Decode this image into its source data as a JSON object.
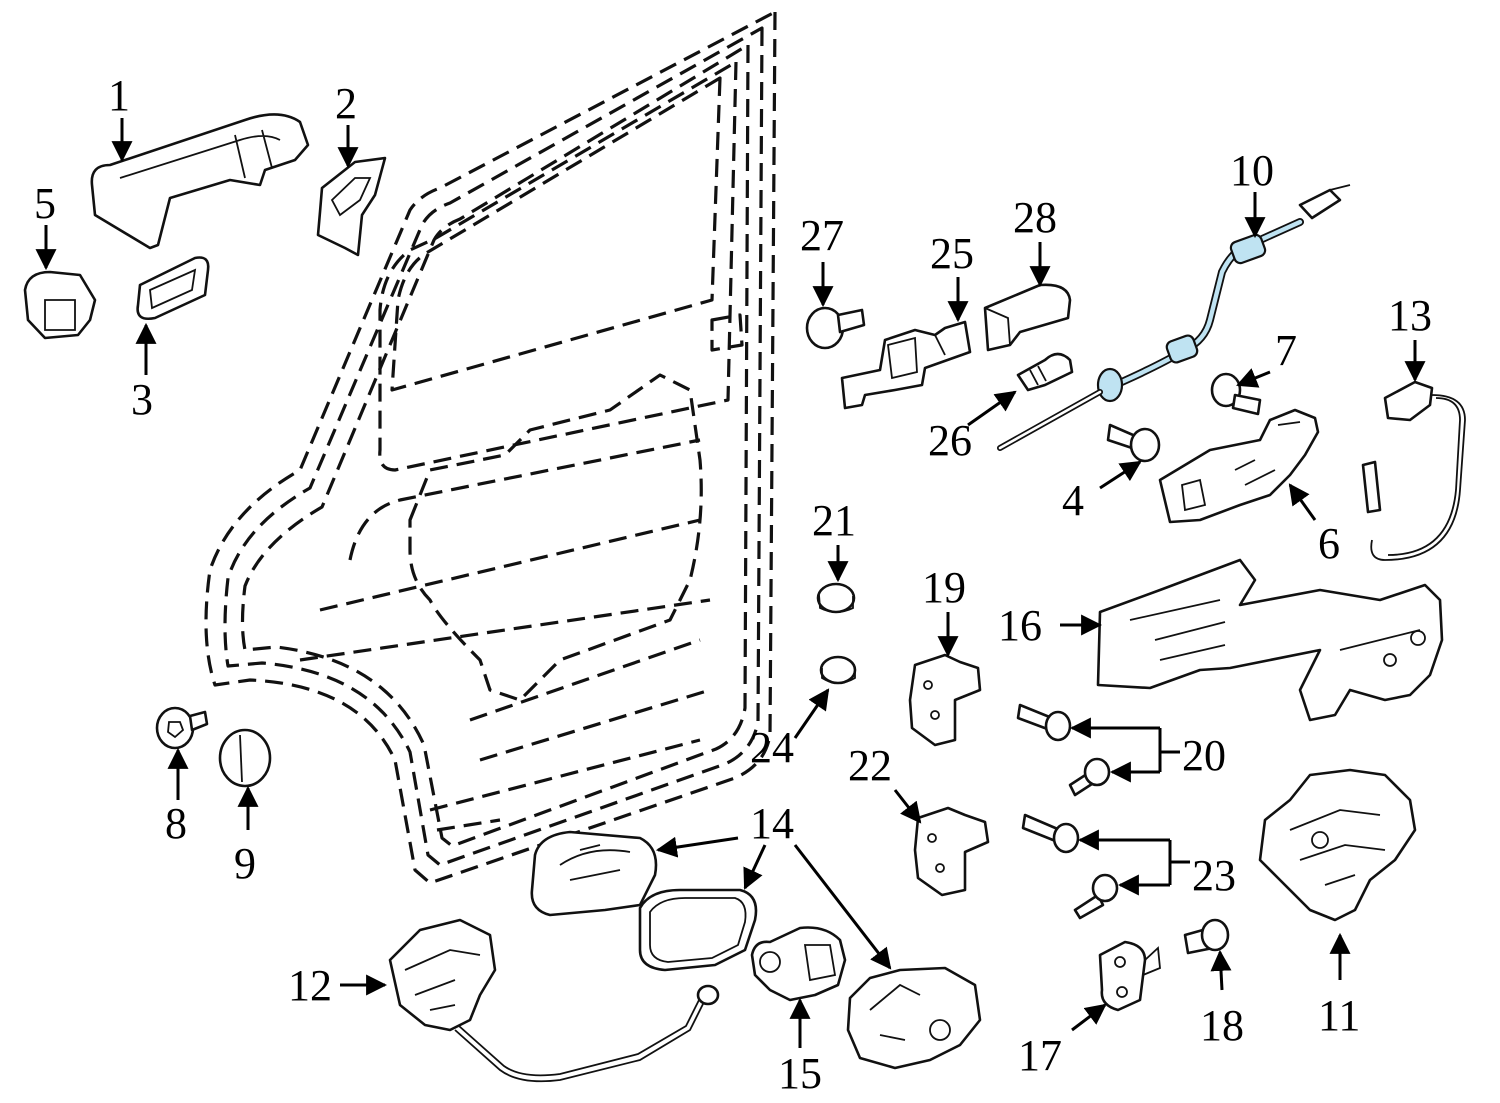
{
  "diagram": {
    "callouts": [
      {
        "id": "1",
        "label": "1"
      },
      {
        "id": "2",
        "label": "2"
      },
      {
        "id": "3",
        "label": "3"
      },
      {
        "id": "4",
        "label": "4"
      },
      {
        "id": "5",
        "label": "5"
      },
      {
        "id": "6",
        "label": "6"
      },
      {
        "id": "7",
        "label": "7"
      },
      {
        "id": "8",
        "label": "8"
      },
      {
        "id": "9",
        "label": "9"
      },
      {
        "id": "10",
        "label": "10"
      },
      {
        "id": "11",
        "label": "11"
      },
      {
        "id": "12",
        "label": "12"
      },
      {
        "id": "13",
        "label": "13"
      },
      {
        "id": "14",
        "label": "14"
      },
      {
        "id": "15",
        "label": "15"
      },
      {
        "id": "16",
        "label": "16"
      },
      {
        "id": "17",
        "label": "17"
      },
      {
        "id": "18",
        "label": "18"
      },
      {
        "id": "19",
        "label": "19"
      },
      {
        "id": "20",
        "label": "20"
      },
      {
        "id": "21",
        "label": "21"
      },
      {
        "id": "22",
        "label": "22"
      },
      {
        "id": "23",
        "label": "23"
      },
      {
        "id": "24",
        "label": "24"
      },
      {
        "id": "25",
        "label": "25"
      },
      {
        "id": "26",
        "label": "26"
      },
      {
        "id": "27",
        "label": "27"
      },
      {
        "id": "28",
        "label": "28"
      }
    ],
    "colors": {
      "line": "#111111",
      "highlight": "#bfe3f2",
      "background": "#ffffff"
    }
  }
}
